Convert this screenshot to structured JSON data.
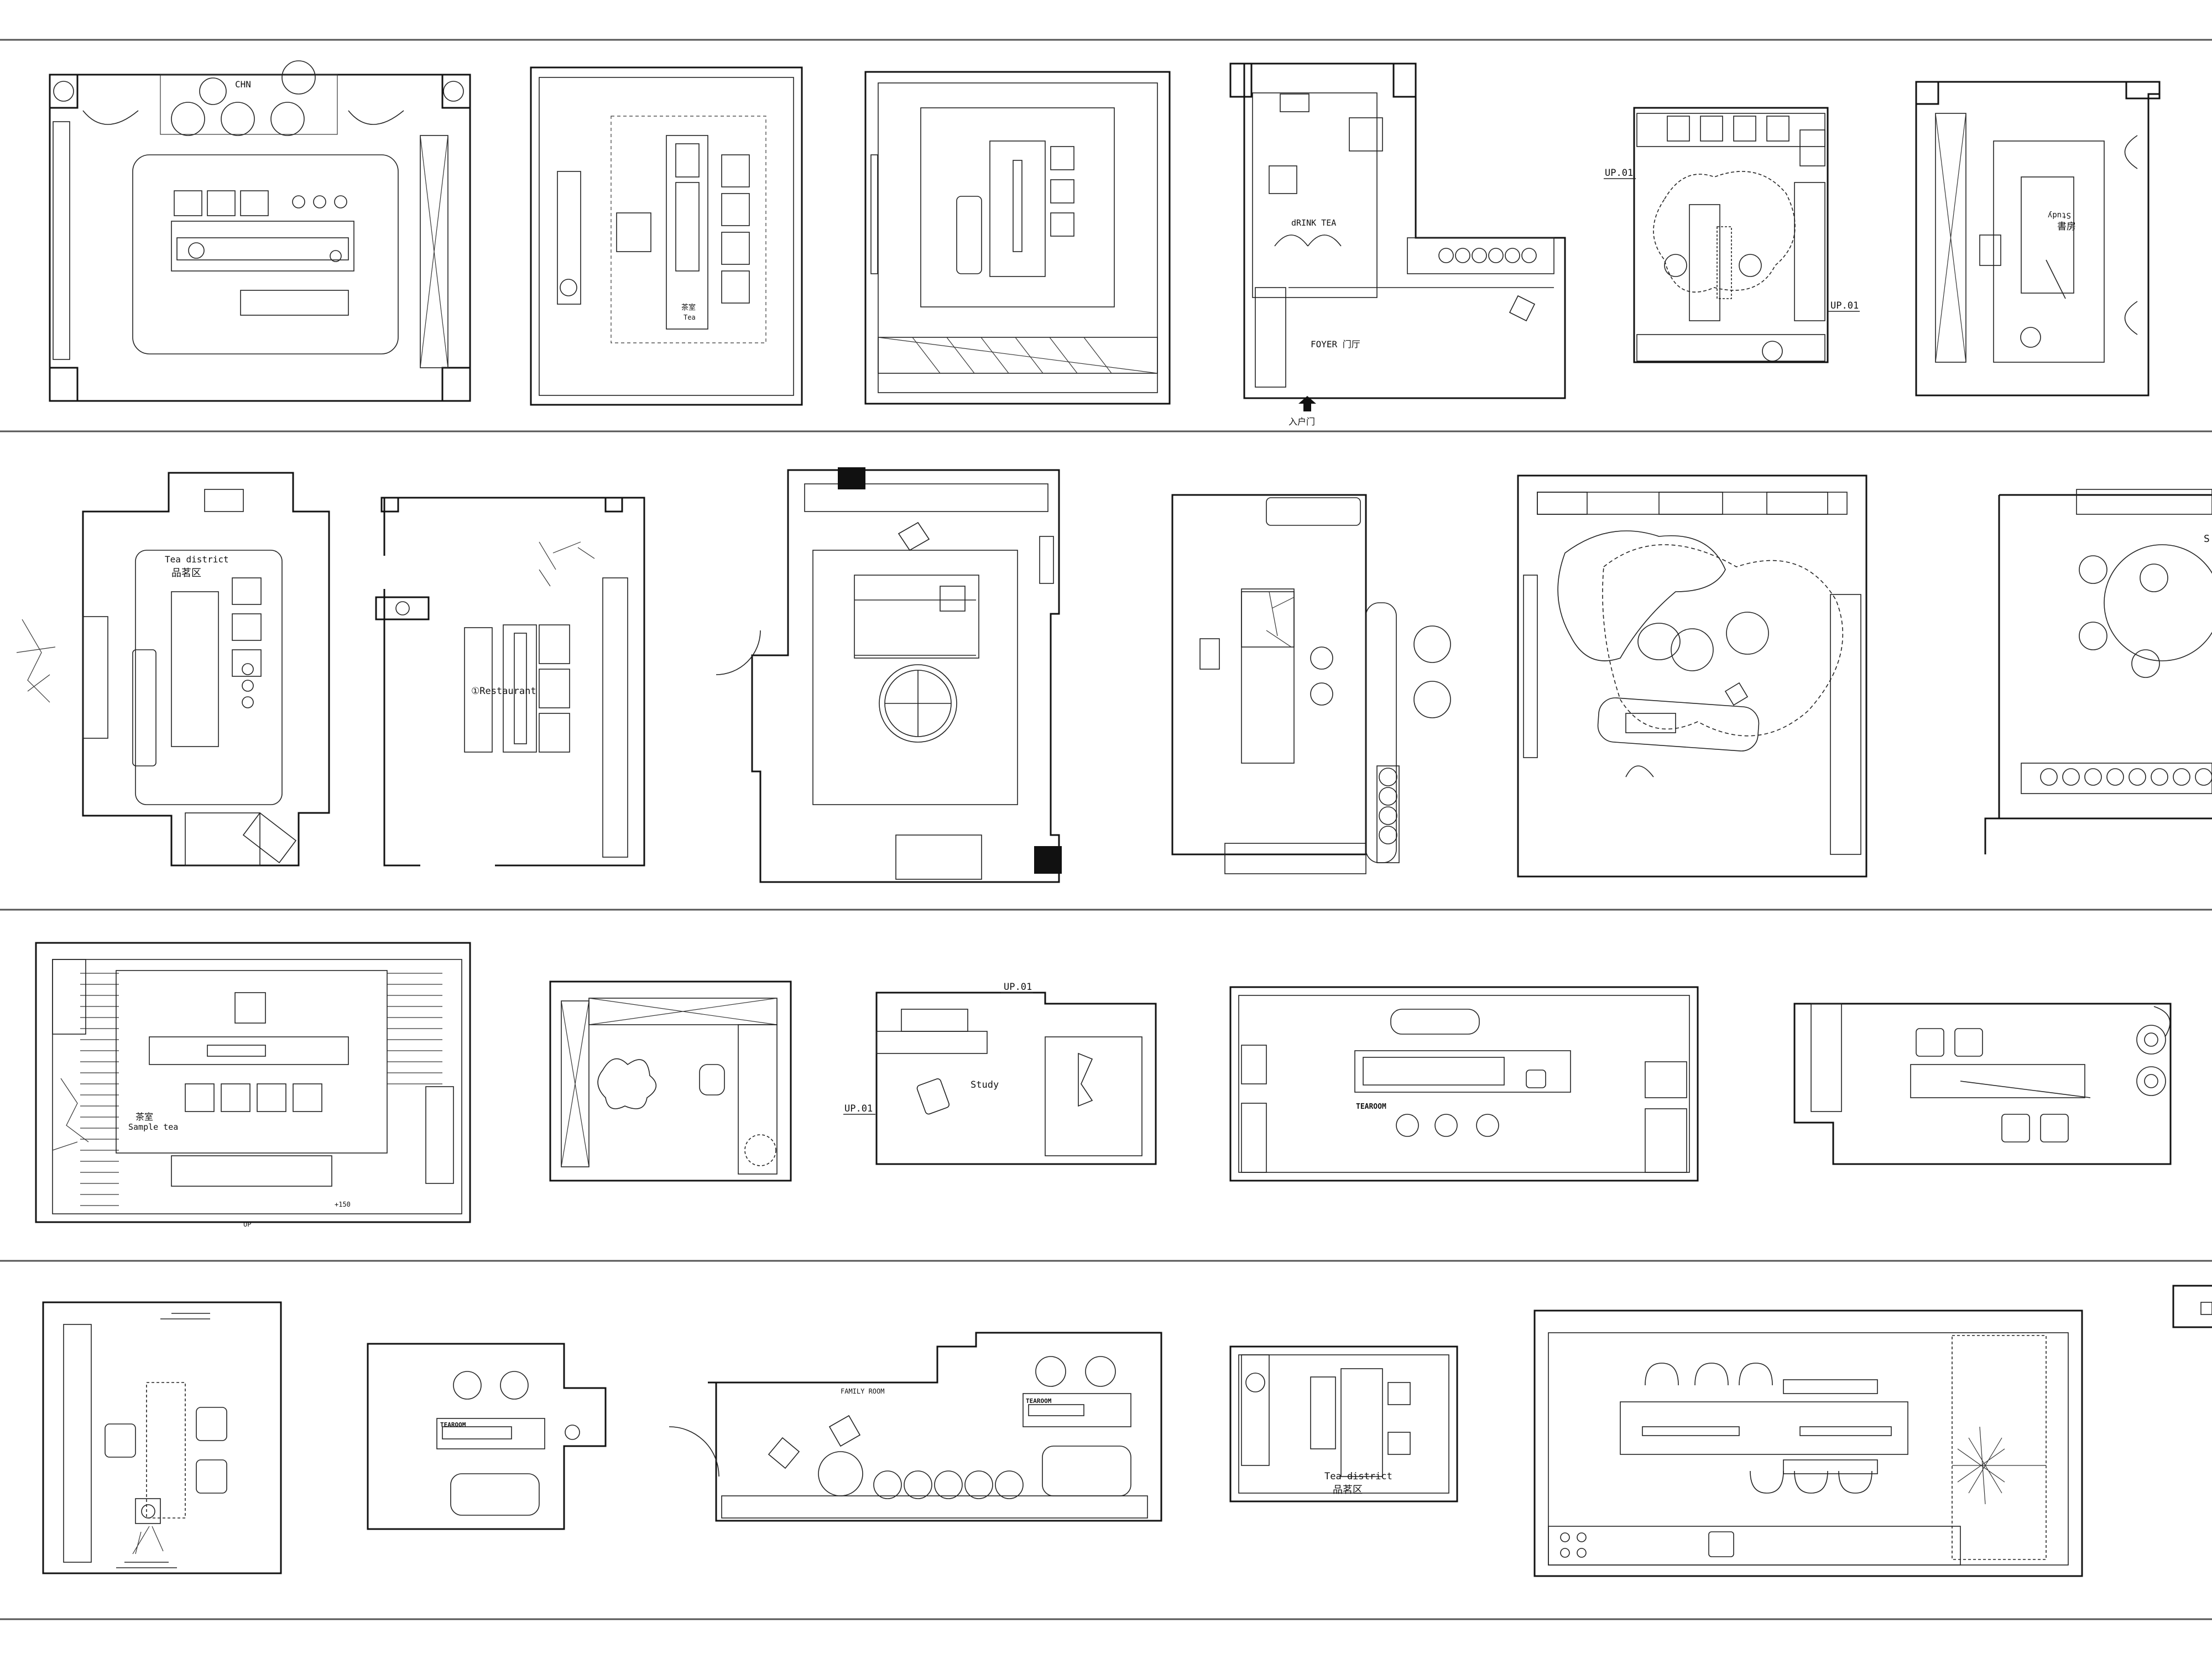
{
  "sheet": {
    "labels": {
      "r1_chn_label": "CHN",
      "r1_p4_drink": "dRINK TEA",
      "r1_p4_foyer": "FOYER 门厅",
      "r1_p4_entrance": "入户门",
      "r1_p5_up_left": "UP.01",
      "r1_p5_up_right": "UP.01",
      "r1_p6_study_en": "Study",
      "r1_p6_study_cn": "書房",
      "r1_p2_tea_cn": "茶室",
      "r1_p2_tea_en": "Tea",
      "r2_p1_tea_district": "Tea district",
      "r2_p1_tea_cn": "品茗区",
      "r2_p2_restaurant": "①Restaurant",
      "r2_p6_partial": "S",
      "r3_p1_tea_cn": "茶室",
      "r3_p1_sample_tea": "Sample tea",
      "r3_p1_level": "+150",
      "r3_p1_up": "UP",
      "r3_p3_up_top": "UP.01",
      "r3_p3_up_left": "UP.01",
      "r3_p3_study": "Study",
      "r3_p4_tearoom": "TEAROOM",
      "r4_p2_tearoom": "TEAROOM",
      "r4_p3_family": "FAMILY ROOM",
      "r4_p3_tearoom": "TEAROOM",
      "r4_p4_tea_district": "Tea district",
      "r4_p4_tea_cn": "品茗区"
    }
  }
}
